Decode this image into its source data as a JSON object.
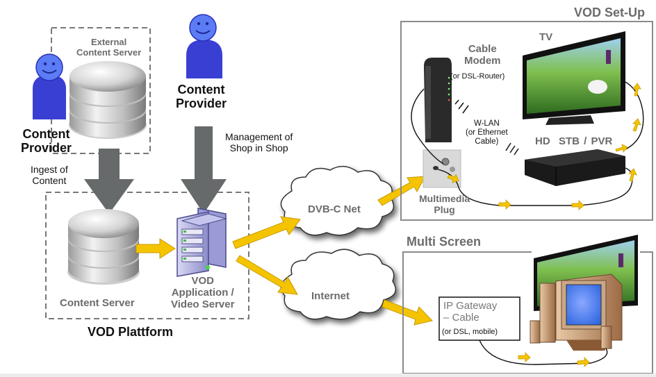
{
  "external_content_server": {
    "label": "External\nContent Server"
  },
  "content_provider_left": {
    "label": "Content\nProvider"
  },
  "content_provider_center": {
    "label": "Content\nProvider"
  },
  "ingest_label": "Ingest of\nContent",
  "management_label": "Management of\nShop in Shop",
  "vod_platform": {
    "title": "VOD Plattform",
    "content_server_label": "Content Server",
    "app_server_label": "VOD\nApplication /\nVideo Server"
  },
  "networks": {
    "dvbc": "DVB-C Net",
    "internet": "Internet"
  },
  "vod_setup": {
    "title": "VOD Set-Up",
    "tv_label": "TV",
    "modem_label": "Cable\nModem",
    "modem_sub": "(or DSL-Router)",
    "wlan_label": "W-LAN\n(or Ethernet\nCable)",
    "stb_label": "HD  STB / PVR",
    "plug_label": "Multimedia\nPlug"
  },
  "multi_screen": {
    "title": "Multi Screen",
    "gateway_label": "IP Gateway\n– Cable",
    "gateway_sub": "(or DSL, mobile)"
  },
  "colors": {
    "person": "#3a3fd4",
    "person_head": "#5b7cf5",
    "arrow_yellow": "#f5c400",
    "arrow_gray": "#666a6b",
    "label_gray": "#6b6b6b"
  }
}
